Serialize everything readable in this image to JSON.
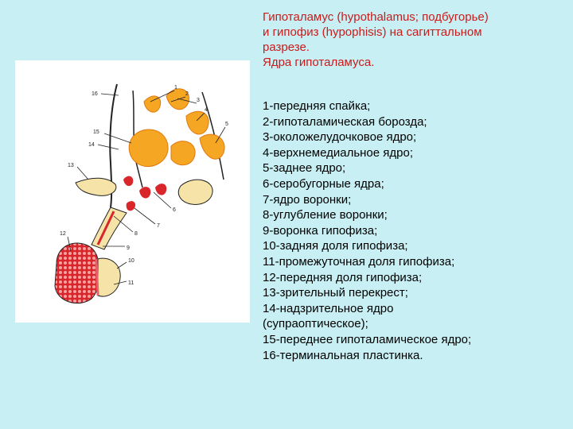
{
  "title": {
    "lines": [
      "Гипоталамус (hypothalamus; подбугорье)",
      "и гипофиз (hypophisis) на сагиттальном",
      "разрезе.",
      "Ядра гипоталамуса."
    ]
  },
  "legend": {
    "items": [
      "1-передняя спайка;",
      "2-гипоталамическая борозда;",
      "3-околожелудочковое ядро;",
      "4-верхнемедиальное ядро;",
      "5-заднее ядро;",
      "6-серобугорные ядра;",
      "7-ядро воронки;",
      "8-углубление воронки;",
      "9-воронка гипофиза;",
      "10-задняя доля гипофиза;",
      "11-промежуточная доля гипофиза;",
      "12-передняя доля гипофиза;",
      "13-зрительный перекрест;",
      "14-надзрительное ядро",
      "(супраоптическое);",
      "15-переднее гипоталамическое ядро;",
      "16-терминальная пластинка."
    ]
  },
  "figure": {
    "labels": [
      "16",
      "1",
      "2",
      "3",
      "4",
      "5",
      "15",
      "14",
      "13",
      "6",
      "7",
      "8",
      "9",
      "12",
      "10",
      "11"
    ],
    "colors": {
      "nucleus": "#f5a623",
      "nucleus_edge": "#e07a10",
      "red": "#d8262a",
      "tissue": "#f6e3a8",
      "outline": "#222222",
      "pink_gland": "#e8606a"
    }
  }
}
